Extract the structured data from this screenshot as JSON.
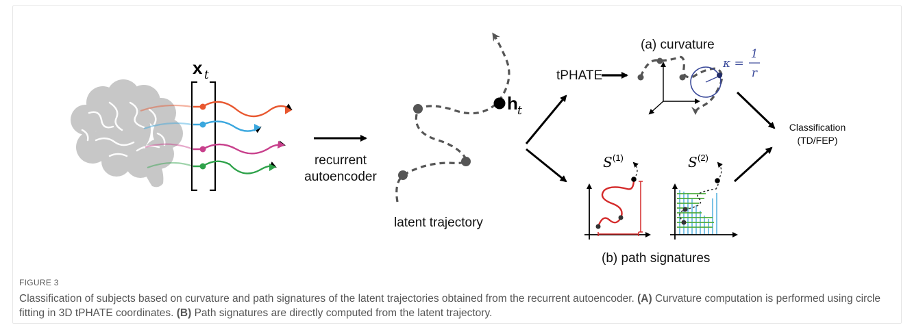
{
  "figure": {
    "labels": {
      "xt_bold": "x",
      "xt_sub": "t",
      "ht_bold": "h",
      "ht_sub": "t",
      "recurrent": "recurrent",
      "autoencoder": "autoencoder",
      "latent_trajectory": "latent trajectory",
      "tphate": "tPHATE",
      "curvature": "(a) curvature",
      "kappa_lhs": "κ =",
      "kappa_num": "1",
      "kappa_den": "r",
      "s1_base": "S",
      "s1_sup": "(1)",
      "s2_base": "S",
      "s2_sup": "(2)",
      "path_signatures": "(b) path signatures",
      "classification": "Classification",
      "classes": "(TD/FEP)"
    },
    "colors": {
      "signal_1": "#e8572f",
      "signal_2": "#3aa7de",
      "signal_3": "#c8408c",
      "signal_4": "#2ea24a",
      "brain": "#c7c7c7",
      "trajectory": "#555555",
      "kappa": "#3b4a9a",
      "s1_path": "#d42a2a",
      "s2_green": "#4fae3e",
      "s2_blue": "#5bb4e0"
    }
  },
  "caption": {
    "label": "FIGURE 3",
    "sentence1": "Classification of subjects based on curvature and path signatures of the latent trajectories obtained from the recurrent autoencoder.",
    "a_tag": "(A)",
    "a_text": "Curvature computation is performed using circle fitting in 3D tPHATE coordinates.",
    "b_tag": "(B)",
    "b_text": "Path signatures are directly computed from the latent trajectory."
  }
}
